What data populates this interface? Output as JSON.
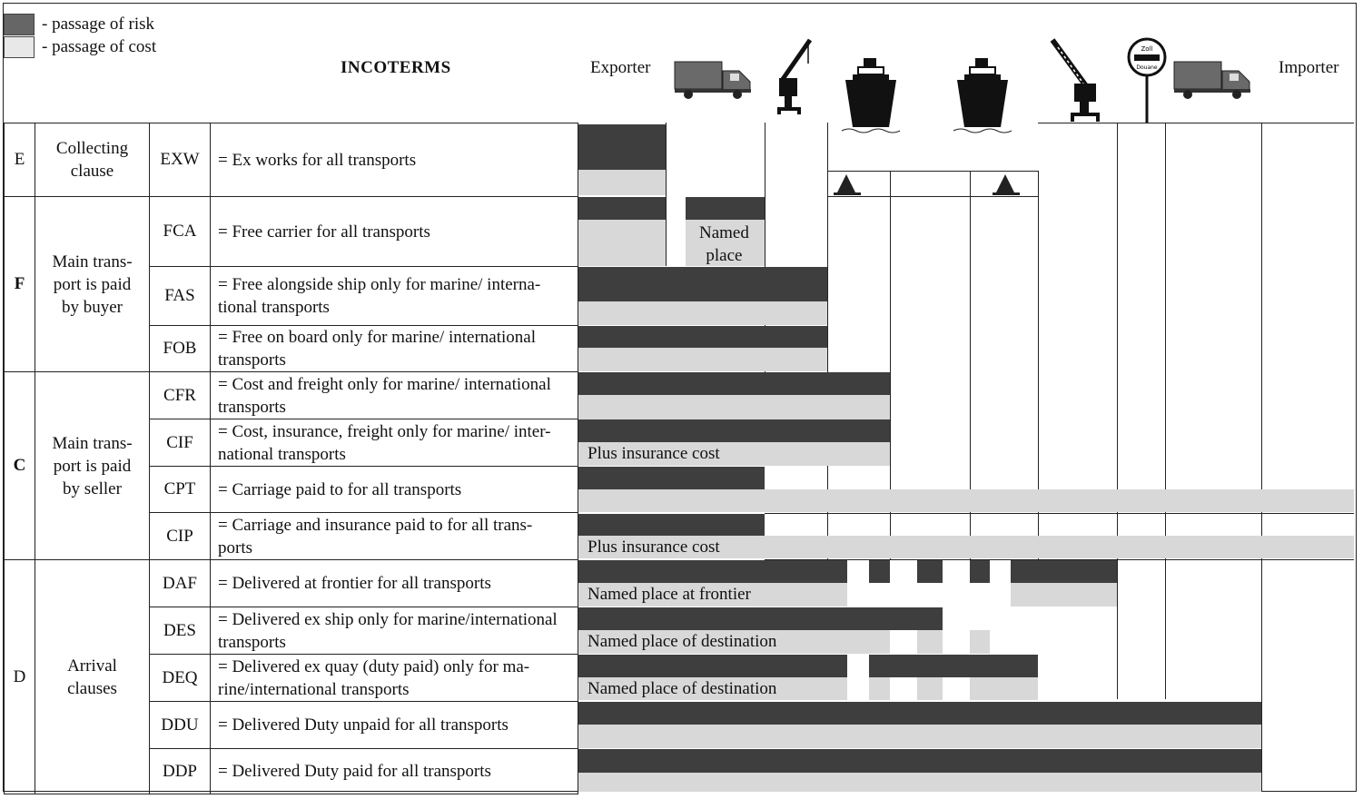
{
  "colors": {
    "risk": "#3e3e3e",
    "cost": "#d8d8d8",
    "risk_legend": "#666666",
    "cost_legend": "#e8e8e8"
  },
  "legend": {
    "risk": "- passage of risk",
    "cost": "- passage of cost"
  },
  "header": {
    "title": "INCOTERMS",
    "exporter": "Exporter",
    "importer": "Importer",
    "customs_sign_top": "Zoll",
    "customs_sign_bottom": "Douane"
  },
  "icons": [
    "truck-icon",
    "crane-icon",
    "ship-icon",
    "ship-icon",
    "crane-icon",
    "customs-sign-icon",
    "truck-icon"
  ],
  "groups": [
    {
      "letter": "E",
      "label": [
        "Collecting",
        "clause"
      ]
    },
    {
      "letter": "F",
      "label": [
        "Main trans-",
        "port is paid",
        "by buyer"
      ]
    },
    {
      "letter": "C",
      "label": [
        "Main trans-",
        "port is paid",
        "by seller"
      ]
    },
    {
      "letter": "D",
      "label": [
        "Arrival",
        "clauses"
      ]
    }
  ],
  "terms": [
    {
      "code": "EXW",
      "desc": [
        "= Ex works for all transports"
      ]
    },
    {
      "code": "FCA",
      "desc": [
        "= Free carrier for all transports"
      ]
    },
    {
      "code": "FAS",
      "desc": [
        "= Free alongside ship only for marine/ interna-",
        "tional transports"
      ]
    },
    {
      "code": "FOB",
      "desc": [
        "= Free on board only for marine/ international",
        "transports"
      ]
    },
    {
      "code": "CFR",
      "desc": [
        "= Cost and freight only for marine/ international",
        "transports"
      ]
    },
    {
      "code": "CIF",
      "desc": [
        "= Cost, insurance, freight only for marine/ inter-",
        "national transports"
      ]
    },
    {
      "code": "CPT",
      "desc": [
        "= Carriage paid to for all transports"
      ]
    },
    {
      "code": "CIP",
      "desc": [
        "= Carriage and insurance paid to for all trans-",
        "ports"
      ]
    },
    {
      "code": "DAF",
      "desc": [
        "= Delivered at frontier for all transports"
      ]
    },
    {
      "code": "DES",
      "desc": [
        "= Delivered ex ship only for marine/international",
        "transports"
      ]
    },
    {
      "code": "DEQ",
      "desc": [
        "= Delivered ex quay (duty paid) only for ma-",
        "rine/international transports"
      ]
    },
    {
      "code": "DDU",
      "desc": [
        "= Delivered Duty unpaid for all transports"
      ]
    },
    {
      "code": "DDP",
      "desc": [
        "= Delivered Duty paid for all transports"
      ]
    }
  ],
  "bar_labels": {
    "fca_named_place": [
      "Named",
      "place"
    ],
    "cif_plus": "Plus insurance cost",
    "cip_plus": "Plus insurance cost",
    "daf_named": "Named place at frontier",
    "des_named": "Named place of destination",
    "deq_named": "Named place of destination"
  }
}
